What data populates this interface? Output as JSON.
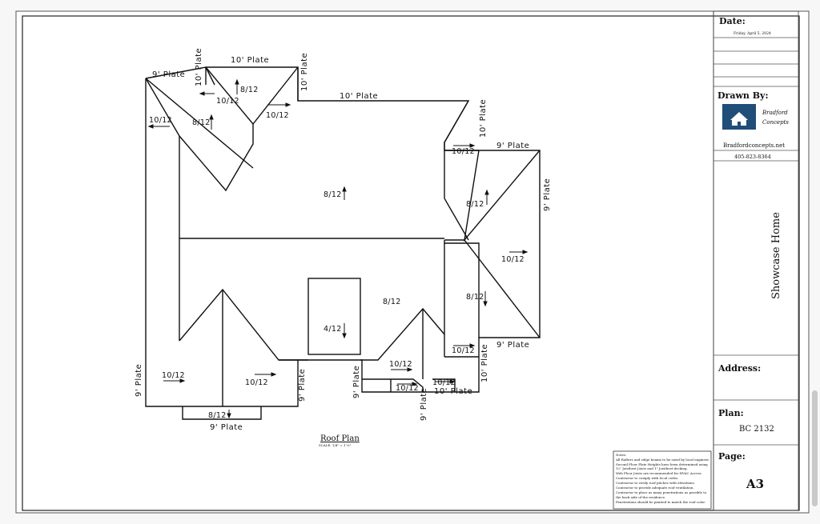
{
  "title_block": {
    "date_label": "Date:",
    "date_value": "Friday, April 5, 2024",
    "drawn_by_label": "Drawn By:",
    "company_name_line1": "Bradford",
    "company_name_line2": "Concepts",
    "website": "Bradfordconcepts.net",
    "phone": "405-823-8364",
    "project_name": "Showcase Home",
    "address_label": "Address:",
    "plan_label": "Plan:",
    "plan_value": "BC 2132",
    "page_label": "Page:",
    "page_value": "A3"
  },
  "drawing": {
    "title": "Roof Plan",
    "scale": "SCALE: 1/4\" = 1'-0\"",
    "notes": [
      "Notes:",
      "All Rafters and ridge beams to be sized by local engineer.",
      "Second Floor Plate Heights have been determined using",
      "12\" Joistbest Joists and 1\" Joistbest decking.",
      "Web Floor Joists are recommended for HVAC Access",
      "Contractor to comply with local codes.",
      "Contractor to verify roof pitches with elevations.",
      "Contractor to provide adequate roof ventilation.",
      "Contractor to place as many penetrations as possible to",
      "the back side of the residence.",
      "Penetrations should be painted to match the roof color."
    ],
    "labels": {
      "plate_9_top_left": "9' Plate",
      "plate_10_top_left_vertical": "10' Plate",
      "plate_10_top": "10' Plate",
      "plate_10_top_right_vertical": "10' Plate",
      "plate_10_main": "10' Plate",
      "plate_10_right_vertical": "10' Plate",
      "plate_9_right_top": "9' Plate",
      "plate_9_right_vertical": "9' Plate",
      "plate_9_right_bottom": "9' Plate",
      "plate_10_right_lower_vertical": "10' Plate",
      "plate_10_bottom_right": "10' Plate",
      "plate_9_bottom_center_vertical": "9' Plate",
      "plate_9_bottom_center_vertical2": "9' Plate",
      "plate_9_mid_bottom_vertical": "9' Plate",
      "plate_9_left_vertical": "9' Plate",
      "plate_9_bottom": "9' Plate",
      "pitch_gable_top": "8/12",
      "pitch_gable_left": "10/12",
      "pitch_gable_right": "10/12",
      "pitch_left_wing": "10/12",
      "pitch_left_wing_8": "8/12",
      "pitch_main": "8/12",
      "pitch_right_upper_small": "10/12",
      "pitch_right_8_upper": "8/12",
      "pitch_right_hip": "10/12",
      "pitch_right_8_lower": "8/12",
      "pitch_center_lower": "8/12",
      "pitch_box": "4/12",
      "pitch_right_lower_small": "10/12",
      "pitch_bottom_mid": "10/12",
      "pitch_bottom_tiny": "10/12",
      "pitch_bottom_tiny2": "10/12",
      "pitch_bottom_left": "10/12",
      "pitch_bottom_center": "10/12",
      "pitch_bottom_bump": "8/12"
    }
  }
}
